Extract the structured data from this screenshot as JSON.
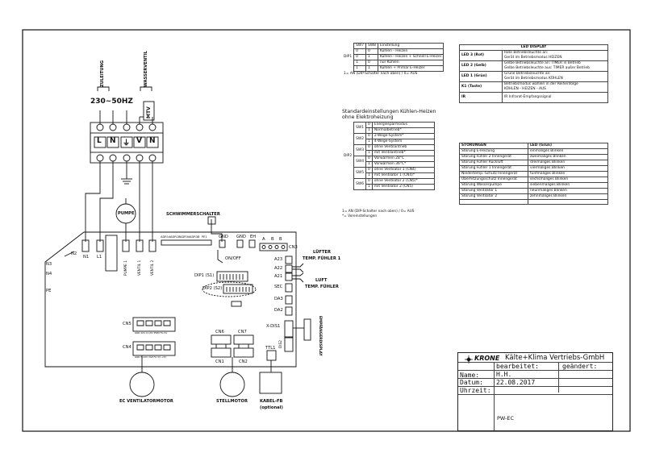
{
  "diagram": {
    "zuleitung": "ZULEITUNG",
    "wasserventil": "WASSERVENTIL",
    "voltage": "230~50HZ",
    "mtv": "MTV",
    "terminals": [
      "L",
      "N",
      "⏚",
      "V",
      "N"
    ],
    "pumpe": "PUMPE",
    "schwimmerschalter": "SCHWIMMERSCHALTER",
    "board_left_labels": [
      "N2",
      "N1",
      "L1"
    ],
    "n3": "N3",
    "n4": "N4",
    "pe": "PE",
    "pumpe_terminal": "PUMPE 1",
    "ventil_terminals": [
      "VENTIL 1",
      "VENTIL 2"
    ],
    "addr_labels": [
      "ADR1A",
      "ADR1B",
      "ADR3A",
      "ADR3B",
      "PE1"
    ],
    "gnd1": "GND",
    "gnd2": "GND",
    "eh": "EH",
    "abb": [
      "A",
      "B",
      "B"
    ],
    "cn3": "CN3",
    "on_off": "ON/OFF",
    "dip1": "DIP1 (S1)",
    "dip2": "DIP2 (S2)",
    "connectors_right": [
      "A23",
      "A22",
      "A21",
      "SEC",
      "DA3",
      "DA2",
      "X-DIS1",
      "DIS2",
      "TTL1"
    ],
    "luefter": "LÜFTER",
    "temp_fuehler_1": "TEMP. FÜHLER 1",
    "luft": "LUFT",
    "temp_fuehler": "TEMP. FÜHLER",
    "empfaengerdisplay": "EMPFÄNGERDISPLAY",
    "cn5": "CN5",
    "cn4": "CN4",
    "cn5_pins": "GND    10V 0-10V   PWM  FG   5V",
    "cn4_pins": "GND  5-10V  VSP   FG   5V   +5V",
    "cn6": "CN6",
    "cn7": "CN7",
    "cn1": "CN1",
    "cn2": "CN2",
    "ec_motor": "EC VENTILATORMOTOR",
    "stellmotor": "STELLMOTOR",
    "kabel_fb": "KABEL-FB",
    "optional": "(optional)"
  },
  "dip1_table": {
    "label": "DIP1",
    "headers": [
      "SW7",
      "SW8",
      "Einstellung"
    ],
    "rows": [
      [
        "0",
        "0",
        "Kühlen - Heizen"
      ],
      [
        "0",
        "1",
        "Kühlen - Heizen + Schnell E-Heizer"
      ],
      [
        "1",
        "0",
        "nur Kühlen"
      ],
      [
        "1",
        "1",
        "Kühlen + Primär E-Heizer"
      ]
    ],
    "footnote": "1= AN (DIP-Schalter nach oben) / 0= AUS"
  },
  "led_table": {
    "title": "LED DISPLAY",
    "rows": [
      {
        "name": "LED 3 (Rot)",
        "lines": [
          "Rote Betriebsleuchte an:",
          "Gerät im Betriebsmodus HEIZEN"
        ]
      },
      {
        "name": "LED 2 (Gelb)",
        "lines": [
          "Gelbe Betriebsleuchte an: TIMER in Betrieb",
          "Gelbe Betriebsleuchte aus: TIMER außer Betrieb"
        ]
      },
      {
        "name": "LED 1 (Grün)",
        "lines": [
          "Grüne Betriebsleuchte an:",
          "Gerät im Betriebsmodus KÜHLEN"
        ]
      },
      {
        "name": "K1 (Taste)",
        "lines": [
          "Betriebsmodus wählen in der Reihenfolge",
          "KÜHLEN - HEIZEN - AUS"
        ]
      },
      {
        "name": "IR",
        "lines": [
          "IR Infrarot-Empfangssignal"
        ]
      }
    ]
  },
  "dip2_table": {
    "heading1": "Standardeinstellungen Kühlen-Heizen",
    "heading2": "ohne Elektroheizung",
    "label": "DIP2",
    "groups": [
      {
        "sw": "SW1",
        "rows": [
          [
            "0",
            "Energiesparmodus"
          ],
          [
            "1",
            "Normalbetrieb*"
          ]
        ]
      },
      {
        "sw": "SW2",
        "rows": [
          [
            "0",
            "2-Wege-System*"
          ],
          [
            "1",
            "4-Wege-System"
          ]
        ]
      },
      {
        "sw": "SW3",
        "rows": [
          [
            "0",
            "ohne Ventilantrieb"
          ],
          [
            "1",
            "mit Ventilantrieb*"
          ]
        ]
      },
      {
        "sw": "SW4",
        "rows": [
          [
            "0",
            "Vorwärmen 28°C"
          ],
          [
            "1",
            "Vorwärmen 36°C*"
          ]
        ]
      },
      {
        "sw": "SW5",
        "rows": [
          [
            "0",
            "ohne Ventilator 1 (CN4)"
          ],
          [
            "1",
            "mit Ventilator 1 (CN4)*"
          ]
        ]
      },
      {
        "sw": "SW6",
        "rows": [
          [
            "0",
            "ohne Ventilator 2 (CN5)*"
          ],
          [
            "1",
            "mit Ventilator 2 (CN5)"
          ]
        ]
      }
    ],
    "footnote1": "1= AN (DIP-Schalter nach oben) / 0= AUS",
    "footnote2": "*= Voreinstellungen"
  },
  "fault_table": {
    "headers": [
      "STÖRUNGEN",
      "LED (Grün)"
    ],
    "rows": [
      [
        "Störung E-Heizung",
        "einmaliges Blinken"
      ],
      [
        "Störung Fühler 2 Innengerät",
        "zweimaliges Blinken"
      ],
      [
        "Störung Fühler Rückluft",
        "dreimaliges Blinken"
      ],
      [
        "Störung Fühler 1 Innengerät",
        "viermaliges Blinken"
      ],
      [
        "Niedertemp.-Schutz Innengerät",
        "fünfmaliges Blinken"
      ],
      [
        "Überhitzungsschutz Innengerät",
        "sechsmaliges Blinken"
      ],
      [
        "Störung Wasserpumpe",
        "siebenmaliges Blinken"
      ],
      [
        "Störung Ventilator 1",
        "neunmaliges Blinken"
      ],
      [
        "Störung Ventilator 2",
        "zehnmaliges Blinken"
      ]
    ]
  },
  "title_block": {
    "brand": "KRONE",
    "company": "Kälte+Klima Vertriebs-GmbH",
    "bearbeitet_label": "bearbeitet:",
    "geaendert_label": "geändert:",
    "name_label": "Name:",
    "name_value": "H.H.",
    "datum_label": "Datum:",
    "datum_value": "22.08.2017",
    "uhrzeit_label": "Uhrzeit:",
    "doc": "PW-EC"
  }
}
